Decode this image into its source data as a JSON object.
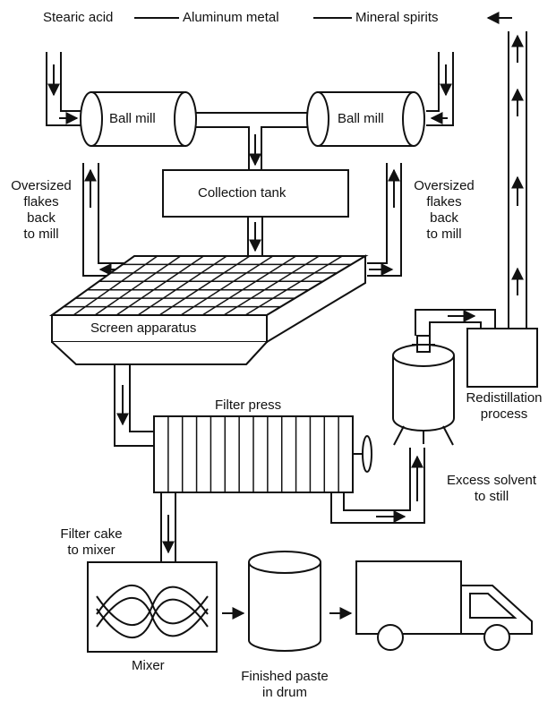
{
  "inputs": {
    "stearic_acid": "Stearic acid",
    "aluminum_metal": "Aluminum metal",
    "mineral_spirits": "Mineral spirits"
  },
  "ball_mill_left": "Ball mill",
  "ball_mill_right": "Ball mill",
  "collection_tank": "Collection tank",
  "oversized_left": [
    "Oversized",
    "flakes",
    "back",
    "to mill"
  ],
  "oversized_right": [
    "Oversized",
    "flakes",
    "back",
    "to mill"
  ],
  "screen_apparatus": "Screen apparatus",
  "redistillation": [
    "Redistillation",
    "process"
  ],
  "filter_press": "Filter press",
  "excess_solvent": [
    "Excess solvent",
    "to still"
  ],
  "filter_cake": [
    "Filter cake",
    "to mixer"
  ],
  "mixer": "Mixer",
  "finished_paste": [
    "Finished paste",
    "in drum"
  ]
}
